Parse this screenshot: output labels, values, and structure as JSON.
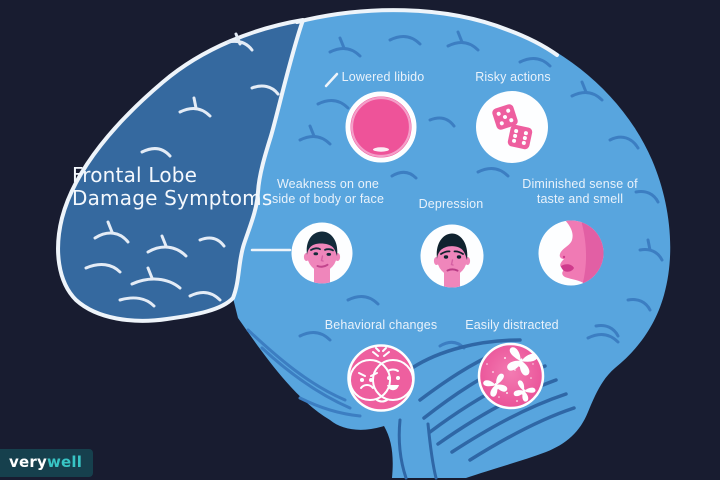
{
  "title": {
    "lines": [
      "Frontal Lobe",
      "Damage Symptoms"
    ]
  },
  "symptoms": [
    {
      "name": "lowered-libido",
      "label_lines": [
        "Lowered libido"
      ],
      "icon": "ring-icon"
    },
    {
      "name": "risky-actions",
      "label_lines": [
        "Risky actions"
      ],
      "icon": "dice-icon"
    },
    {
      "name": "weakness-one-side",
      "label_lines": [
        "Weakness on one",
        "side of body or face"
      ],
      "icon": "drooping-face-icon"
    },
    {
      "name": "depression",
      "label_lines": [
        "Depression"
      ],
      "icon": "sad-face-icon"
    },
    {
      "name": "diminished-taste-smell",
      "label_lines": [
        "Diminished sense of",
        "taste and smell"
      ],
      "icon": "nose-and-lips-icon"
    },
    {
      "name": "behavioral-changes",
      "label_lines": [
        "Behavioral changes"
      ],
      "icon": "two-faces-icon"
    },
    {
      "name": "easily-distracted",
      "label_lines": [
        "Easily distracted"
      ],
      "icon": "butterflies-icon"
    }
  ],
  "brand": {
    "prefix": "very",
    "suffix": "well"
  },
  "colors": {
    "background": "#181c30",
    "brain_light_blue": "#58a5de",
    "frontal_lobe_blue": "#35699f",
    "gyri_line_blue": "#3c7ec2",
    "outline_white": "#eef4fa",
    "accent_pink": "#ee5399",
    "brand_teal": "#38c5c5",
    "brand_box": "#16404d"
  }
}
